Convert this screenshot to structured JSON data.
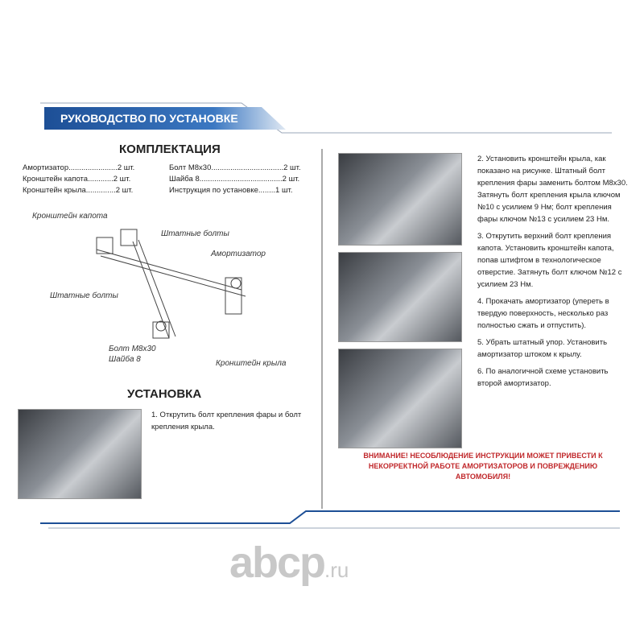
{
  "header": {
    "title": "РУКОВОДСТВО ПО УСТАНОВКЕ"
  },
  "kit": {
    "title": "КОМПЛЕКТАЦИЯ",
    "left": [
      "Амортизатор.......................2 шт.",
      "Кронштейн капота............2 шт.",
      "Кронштейн крыла..............2 шт."
    ],
    "right": [
      "Болт M8x30..................................2 шт.",
      "Шайба 8.......................................2 шт.",
      "Инструкция по установке........1 шт."
    ]
  },
  "diagram": {
    "labels": [
      "Кронштейн капота",
      "Штатные болты",
      "Амортизатор",
      "Штатные болты",
      "Болт M8x30",
      "Шайба 8",
      "Кронштейн крыла"
    ]
  },
  "install": {
    "title": "УСТАНОВКА",
    "step1": "1. Открутить болт крепления фары и болт крепления крыла."
  },
  "steps": [
    "2. Установить кронштейн крыла, как показано на рисунке. Штатный болт крепления фары заменить болтом M8x30. Затянуть болт крепления крыла ключом №10 с усилием 9 Нм; болт крепления фары ключом №13 с усилием 23 Нм.",
    "3. Открутить верхний болт крепления капота. Установить кронштейн капота, попав штифтом в технологическое отверстие. Затянуть болт ключом №12 с усилием 23 Нм.",
    "4. Прокачать амортизатор (упереть в твердую поверхность, несколько раз полностью сжать и отпустить).",
    "5. Убрать штатный упор. Установить амортизатор штоком к крылу.",
    "6. По аналогичной схеме установить второй амортизатор."
  ],
  "warning": "ВНИМАНИЕ! НЕСОБЛЮДЕНИЕ ИНСТРУКЦИИ МОЖЕТ ПРИВЕСТИ К НЕКОРРЕКТНОЙ РАБОТЕ АМОРТИЗАТОРОВ И ПОВРЕЖДЕНИЮ АВТОМОБИЛЯ!",
  "logo": {
    "main": "abcp",
    "suffix": ".ru"
  }
}
